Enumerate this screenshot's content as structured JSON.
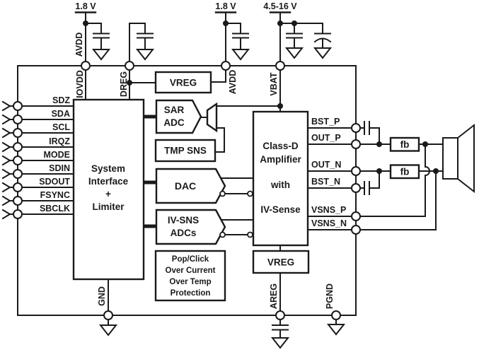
{
  "power_rails": {
    "rail_iovdd": {
      "voltage": "1.8 V",
      "net_label": "AVDD",
      "pin_label": "IOVDD"
    },
    "rail_dreg": {
      "pin_label": "DREG"
    },
    "rail_avdd": {
      "voltage": "1.8 V",
      "pin_label": "AVDD"
    },
    "rail_vbat": {
      "voltage": "4.5-16 V",
      "pin_label": "VBAT"
    }
  },
  "left_pins": [
    "SDZ",
    "SDA",
    "SCL",
    "IRQZ",
    "MODE",
    "SDIN",
    "SDOUT",
    "FSYNC",
    "SBCLK"
  ],
  "right_pins": [
    "BST_P",
    "OUT_P",
    "OUT_N",
    "BST_N",
    "VSNS_P",
    "VSNS_N"
  ],
  "bottom_pins": [
    "GND",
    "AREG",
    "PGND"
  ],
  "blocks": {
    "system_interface": [
      "System",
      "Interface",
      "+",
      "Limiter"
    ],
    "vreg_top": "VREG",
    "sar_adc": [
      "SAR",
      "ADC"
    ],
    "tmp_sns": "TMP SNS",
    "dac": "DAC",
    "iv_sns_adcs": [
      "IV-SNS",
      "ADCs"
    ],
    "class_d": [
      "Class-D",
      "Amplifier",
      "with",
      "IV-Sense"
    ],
    "protection": [
      "Pop/Click",
      "Over Current",
      "Over Temp",
      "Protection"
    ],
    "vreg_bottom": "VREG"
  },
  "ferrite_bead_label": "fb",
  "colors": {
    "line": "#1a1a1a",
    "background": "#ffffff"
  }
}
